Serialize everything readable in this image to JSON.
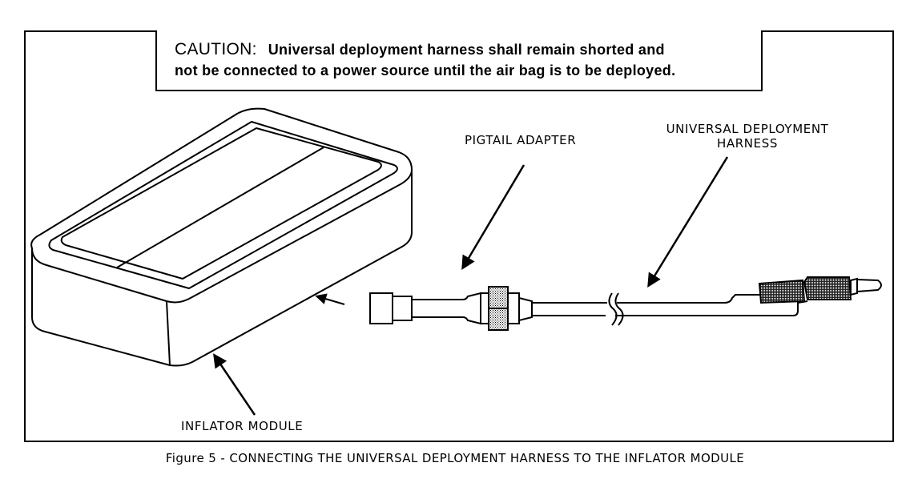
{
  "caution": {
    "word": "CAUTION:",
    "line1": "Universal deployment harness shall remain shorted and",
    "line2": "not be connected to a power source until the air bag is to be deployed."
  },
  "labels": {
    "pigtail_adapter": "PIGTAIL ADAPTER",
    "udh_line1": "UNIVERSAL DEPLOYMENT",
    "udh_line2": "HARNESS",
    "inflator_module": "INFLATOR MODULE"
  },
  "caption": "Figure 5 - CONNECTING THE UNIVERSAL DEPLOYMENT HARNESS TO THE INFLATOR MODULE"
}
